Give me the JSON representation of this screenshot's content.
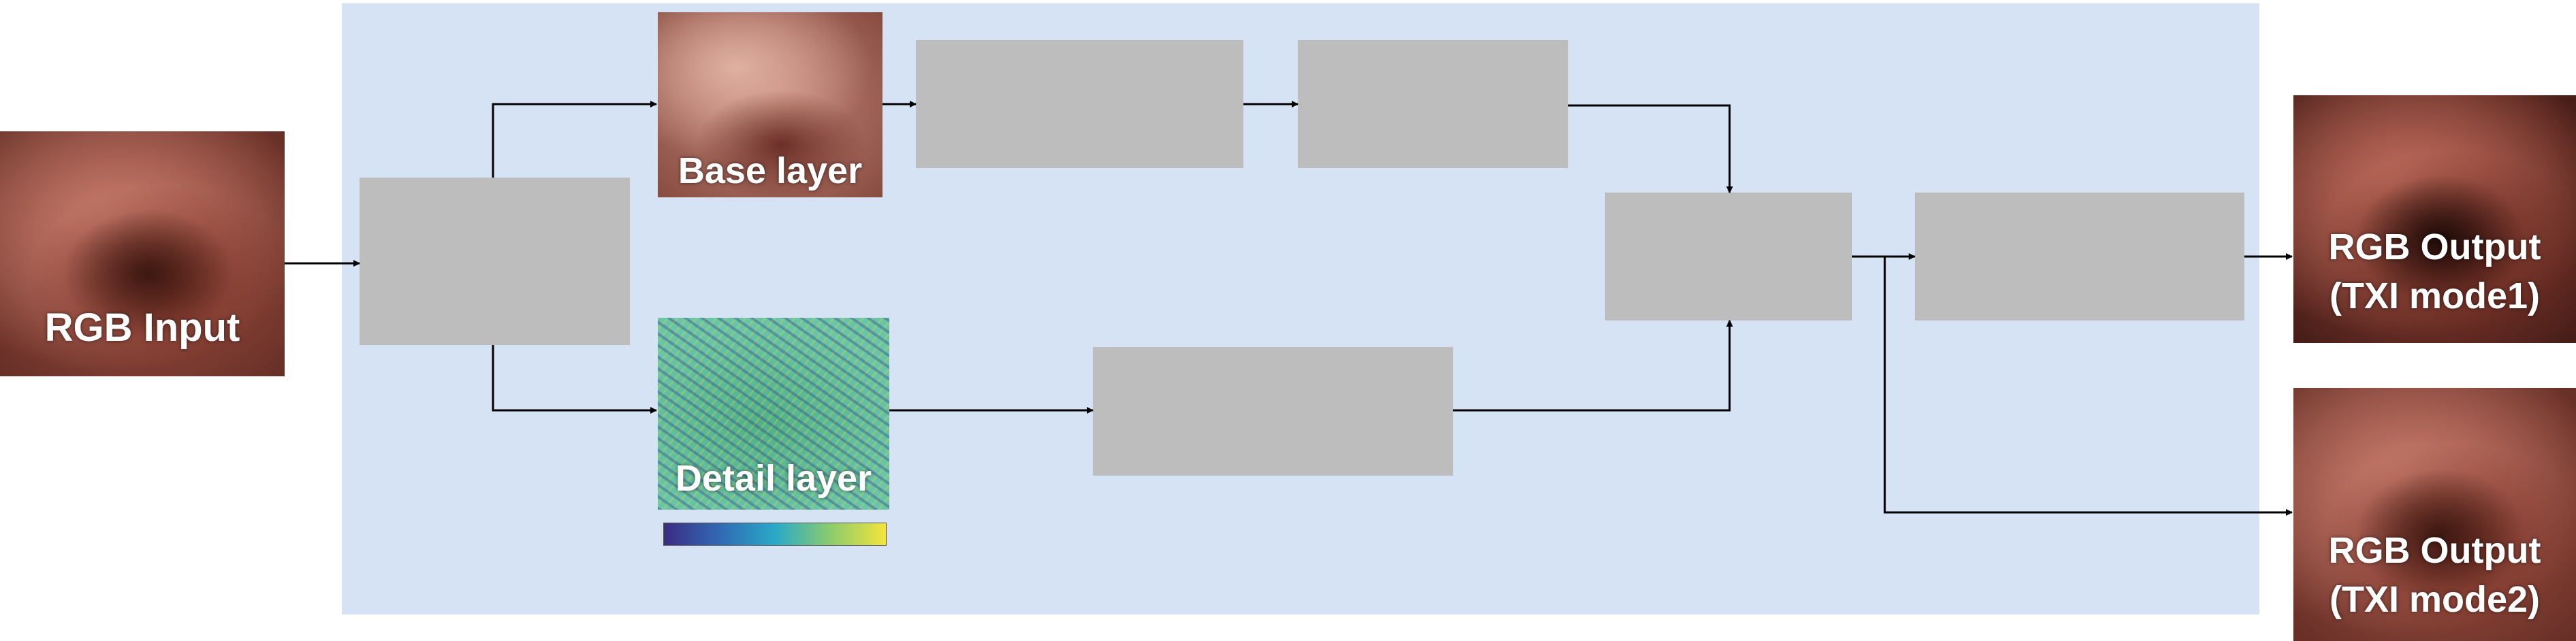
{
  "diagram": {
    "images": {
      "input_label": "RGB Input",
      "base_label": "Base layer",
      "detail_label": "Detail layer",
      "output1_label_line1": "RGB Output",
      "output1_label_line2": "(TXI mode1)",
      "output2_label_line1": "RGB Output",
      "output2_label_line2": "(TXI mode2)"
    },
    "colors": {
      "panel": "#d6e3f5",
      "box": "#bdbdbd",
      "arrow": "#000000"
    }
  }
}
